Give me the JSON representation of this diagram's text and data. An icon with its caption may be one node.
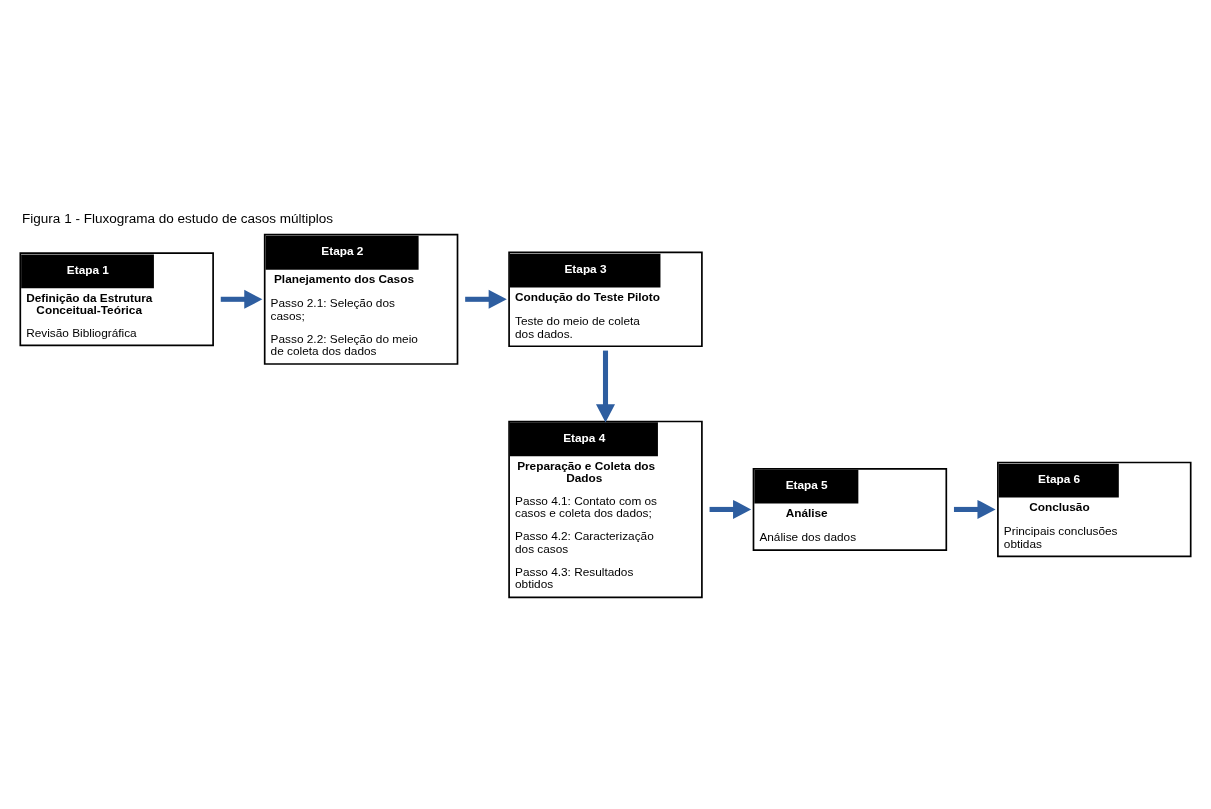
{
  "diagram": {
    "title": "Figura 1 - Fluxograma do estudo de casos múltiplos",
    "nodes": [
      {
        "text": [
          "Etapa 1",
          "Definição da Estrutura Conceitual-Teórica",
          "Revisão Bibliográfica"
        ]
      },
      {
        "text": [
          "Etapa 2",
          "Planejamento dos Casos",
          "Passo 2.1: Seleção dos casos;",
          "Passo 2.2: Seleção do meio de coleta dos dados"
        ]
      },
      {
        "text": [
          "Etapa 3",
          "Condução do Teste Piloto",
          "Teste do meio de coleta dos dados."
        ]
      },
      {
        "text": [
          "Etapa 4",
          "Preparação e Coleta dos Dados",
          "Passo 4.1: Contato com os casos e coleta dos dados;",
          "Passo 4.2: Caracterização dos casos",
          "Passo 4.3: Resultados obtidos"
        ]
      },
      {
        "text": [
          "Etapa 5",
          "Análise",
          "Análise dos dados"
        ]
      },
      {
        "text": [
          "Etapa 6",
          "Conclusão",
          "Principais conclusões obtidas"
        ]
      }
    ],
    "edges": [
      {
        "from": 0,
        "to": 1,
        "arrow": "to"
      },
      {
        "from": 1,
        "to": 2,
        "arrow": "to"
      },
      {
        "from": 2,
        "to": 3,
        "arrow": "to"
      },
      {
        "from": 3,
        "to": 4,
        "arrow": "to"
      },
      {
        "from": 4,
        "to": 5,
        "arrow": "to"
      }
    ]
  }
}
